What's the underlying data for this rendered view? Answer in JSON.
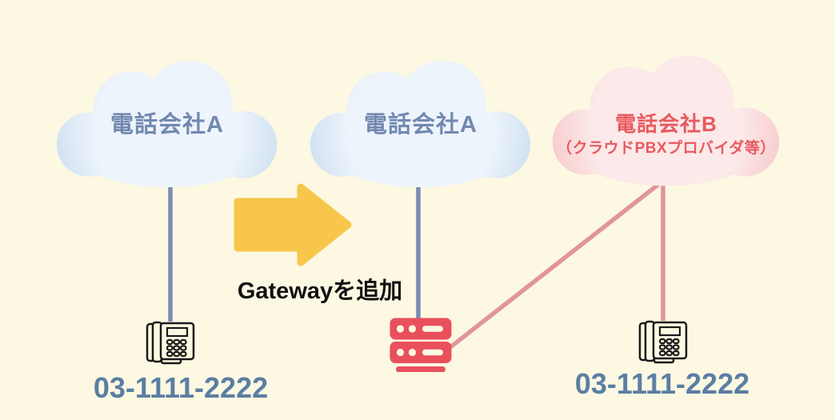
{
  "diagram": {
    "before": {
      "cloud_label": "電話会社A",
      "phone_number": "03-1111-2222"
    },
    "transition": {
      "arrow_label": "Gatewayを追加"
    },
    "after": {
      "cloud_a_label": "電話会社A",
      "cloud_b_label_line1": "電話会社B",
      "cloud_b_label_line2": "（クラウドPBXプロバイダ等）",
      "phone_number": "03-1111-2222"
    }
  },
  "icons": {
    "cloud_blue": "cloud-shape-blue",
    "cloud_pink": "cloud-shape-pink",
    "arrow": "right-arrow-icon",
    "desk_phone": "desk-phone-icon",
    "gateway": "gateway-server-icon"
  },
  "colors": {
    "background": "#FCF8E2",
    "cloud_blue_edge": "#CADDF1",
    "cloud_blue_center": "#EDF4FB",
    "cloud_blue_text": "#7388B0",
    "cloud_pink_edge": "#F6C6C9",
    "cloud_pink_center": "#FCE9E9",
    "cloud_pink_text": "#E9595F",
    "line_blue": "#7A8CB3",
    "line_pink": "#E2949C",
    "arrow_yellow": "#F7C64A",
    "gateway_red": "#E8505C",
    "phone_outline": "#1A1A1A",
    "phone_number_text": "#5B7EA3",
    "arrow_label_text": "#111111"
  }
}
